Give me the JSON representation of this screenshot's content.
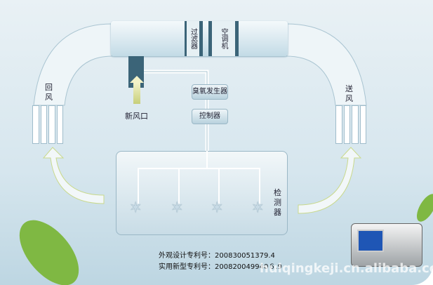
{
  "labels": {
    "filter": "过滤器",
    "ac": "空调机",
    "fresh_air": "新风口",
    "return_air": "回风",
    "supply_air": "送风",
    "ozone": "臭氧发生器",
    "controller": "控制器",
    "detector": "检测器"
  },
  "patents": {
    "design": "外观设计专利号：200830051379.4",
    "utility": "实用新型专利号：200820049940６.9"
  },
  "watermark": "huiqingkeji.cn.alibaba.com"
}
